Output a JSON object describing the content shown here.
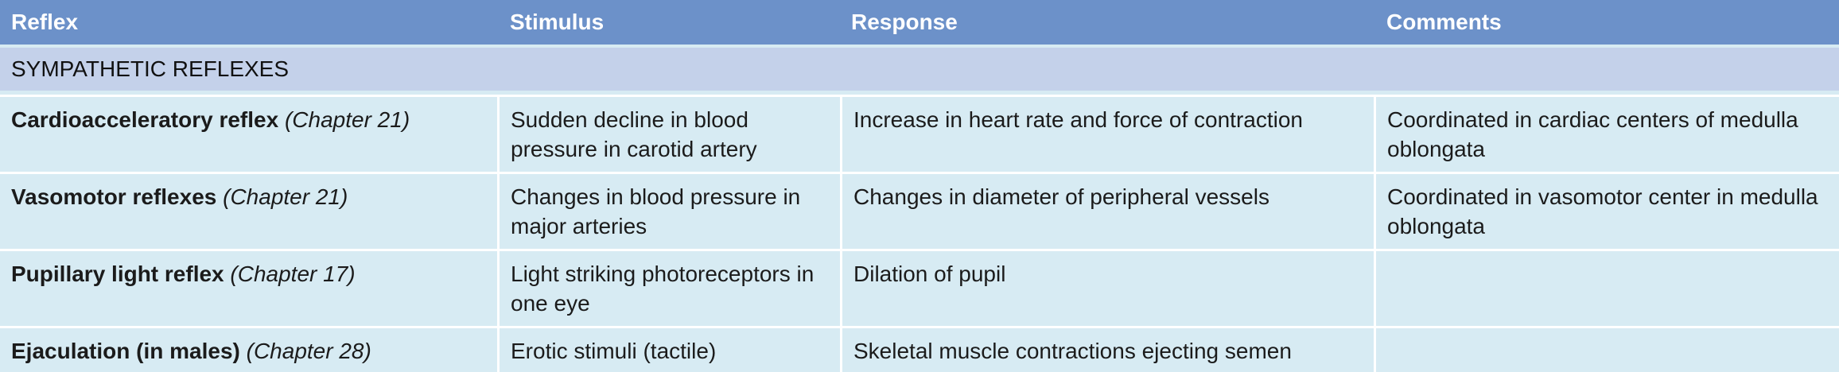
{
  "headers": {
    "reflex": "Reflex",
    "stimulus": "Stimulus",
    "response": "Response",
    "comments": "Comments"
  },
  "section_title": "SYMPATHETIC REFLEXES",
  "rows": [
    {
      "reflex": "Cardioacceleratory reflex",
      "chapter": "(Chapter 21)",
      "stimulus": "Sudden decline in blood pressure in carotid artery",
      "response": "Increase in heart rate and force of contraction",
      "comments": "Coordinated in cardiac centers of medulla oblongata"
    },
    {
      "reflex": "Vasomotor reflexes",
      "chapter": "(Chapter 21)",
      "stimulus": "Changes in blood pressure in major arteries",
      "response": "Changes in diameter of peripheral vessels",
      "comments": "Coordinated in vasomotor center in medulla oblongata"
    },
    {
      "reflex": "Pupillary light reflex",
      "chapter": "(Chapter 17)",
      "stimulus": "Light striking photoreceptors in one eye",
      "response": "Dilation of pupil",
      "comments": ""
    },
    {
      "reflex": "Ejaculation (in males)",
      "chapter": "(Chapter 28)",
      "stimulus": "Erotic stimuli (tactile)",
      "response": "Skeletal muscle contractions ejecting semen",
      "comments": ""
    }
  ]
}
